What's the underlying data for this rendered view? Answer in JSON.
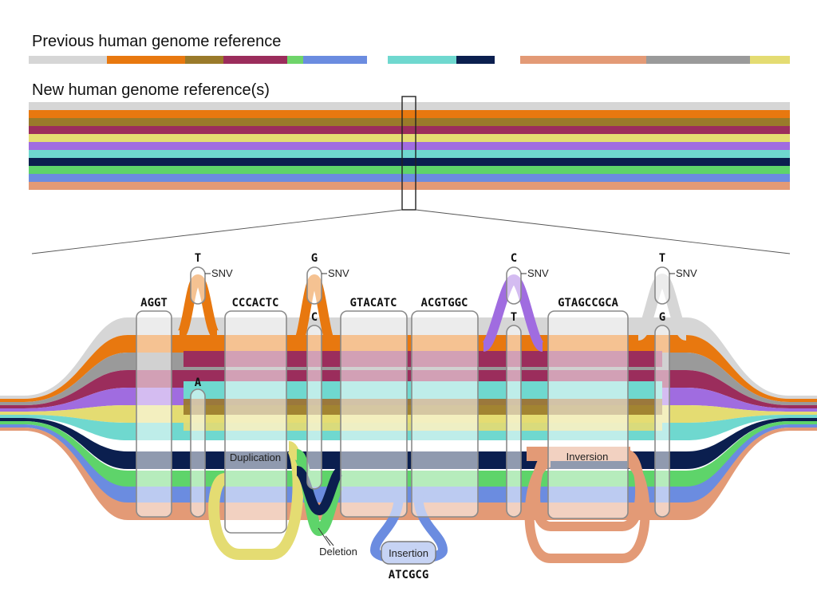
{
  "headings": {
    "previous": "Previous human genome reference",
    "new": "New human genome reference(s)"
  },
  "colors": {
    "gray": "#d6d6d6",
    "orange": "#e8780f",
    "olive": "#9a7a2a",
    "maroon": "#9b2d5c",
    "green_light": "#6fd46a",
    "blue": "#6b8ce0",
    "teal": "#6fd8cf",
    "navy": "#0b1f4f",
    "salmon": "#e39a76",
    "dark_gray": "#9a9a9a",
    "yellow": "#e4dc72",
    "purple": "#a06ce0",
    "green": "#5ed46a"
  },
  "previous_reference_segments": [
    "gray",
    "orange",
    "olive",
    "maroon",
    "green_light",
    "blue",
    "white",
    "teal",
    "navy",
    "white",
    "salmon",
    "dark_gray",
    "yellow"
  ],
  "new_reference_tracks": [
    "gray",
    "orange",
    "olive",
    "maroon",
    "yellow",
    "purple",
    "teal",
    "navy",
    "green",
    "blue",
    "salmon"
  ],
  "sequence_blocks": [
    "AGGT",
    "CCCACTC",
    "GTACATC",
    "ACGTGGC",
    "GTAGCCGCA"
  ],
  "snvs": [
    {
      "top": "T",
      "bottom": "A",
      "label": "SNV"
    },
    {
      "top": "G",
      "bottom": "C",
      "label": "SNV"
    },
    {
      "top": "C",
      "bottom": "T",
      "label": "SNV"
    },
    {
      "top": "T",
      "bottom": "G",
      "label": "SNV"
    }
  ],
  "variants": {
    "duplication": "Duplication",
    "deletion": "Deletion",
    "insertion": "Insertion",
    "insertion_sequence": "ATCGCG",
    "inversion": "Inversion"
  }
}
